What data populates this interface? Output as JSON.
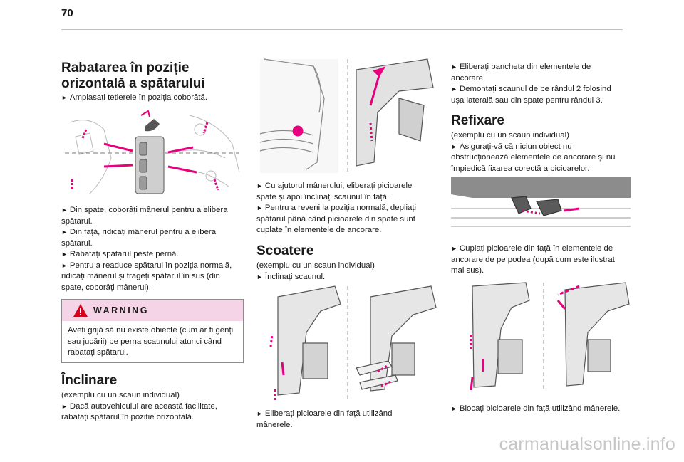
{
  "page_number": "70",
  "col1": {
    "title_line1": "Rabatarea în poziție",
    "title_line2": "orizontală a spătarului",
    "step_intro": "Amplasați tetierele în poziția coborâtă.",
    "steps": [
      "Din spate, coborâți mânerul pentru a elibera",
      "spătarul.",
      "Din față, ridicați mânerul pentru a elibera",
      "spătarul.",
      "Rabatați spătarul peste pernă.",
      "Pentru a readuce spătarul în poziția normală,",
      "ridicați mânerul și trageți spătarul în sus (din",
      "spate, coborâți mânerul)."
    ],
    "warning": {
      "title": "WARNING",
      "text_lines": [
        "Aveți grijă să nu existe obiecte (cum ar fi genți",
        "sau jucării) pe perna scaunului atunci când",
        "rabatați spătarul."
      ]
    },
    "section2_title": "Înclinare",
    "section2_lines": [
      "(exemplu cu un scaun individual)",
      "Dacă autovehiculul are această facilitate,",
      "rabatați spătarul în poziție orizontală."
    ]
  },
  "col2": {
    "steps": [
      "Cu ajutorul mânerului, eliberați picioarele",
      "spate și apoi înclinați scaunul în față.",
      "Pentru a reveni la poziția normală, depliați",
      "spătarul până când picioarele din spate sunt",
      "cuplate în elementele de ancorare."
    ],
    "section_title": "Scoatere",
    "section_lines": [
      "(exemplu cu un scaun individual)",
      "Înclinați scaunul."
    ],
    "bottom_lines": [
      "Eliberați picioarele din față utilizând",
      "mânerele."
    ]
  },
  "col3": {
    "top_lines": [
      "Eliberați bancheta din elementele de",
      "ancorare.",
      "Demontați scaunul de pe rândul 2 folosind",
      "ușa laterală sau din spate pentru rândul 3."
    ],
    "section_title": "Refixare",
    "section_lines": [
      "(exemplu cu un scaun individual)",
      "Asigurați-vă că niciun obiect nu",
      "obstrucționează elementele de ancorare și nu",
      "împiedică fixarea corectă a picioarelor."
    ],
    "mid_lines": [
      "Cuplați picioarele din față în elementele de",
      "ancorare de pe podea (după cum este ilustrat",
      "mai sus)."
    ],
    "bottom_line": "Blocați picioarele din față utilizând mânerele."
  },
  "watermark": "carmanualsonline.info",
  "colors": {
    "accent": "#e6007e",
    "warning_bg": "#f4d4e6",
    "rule": "#bfbfbf"
  }
}
